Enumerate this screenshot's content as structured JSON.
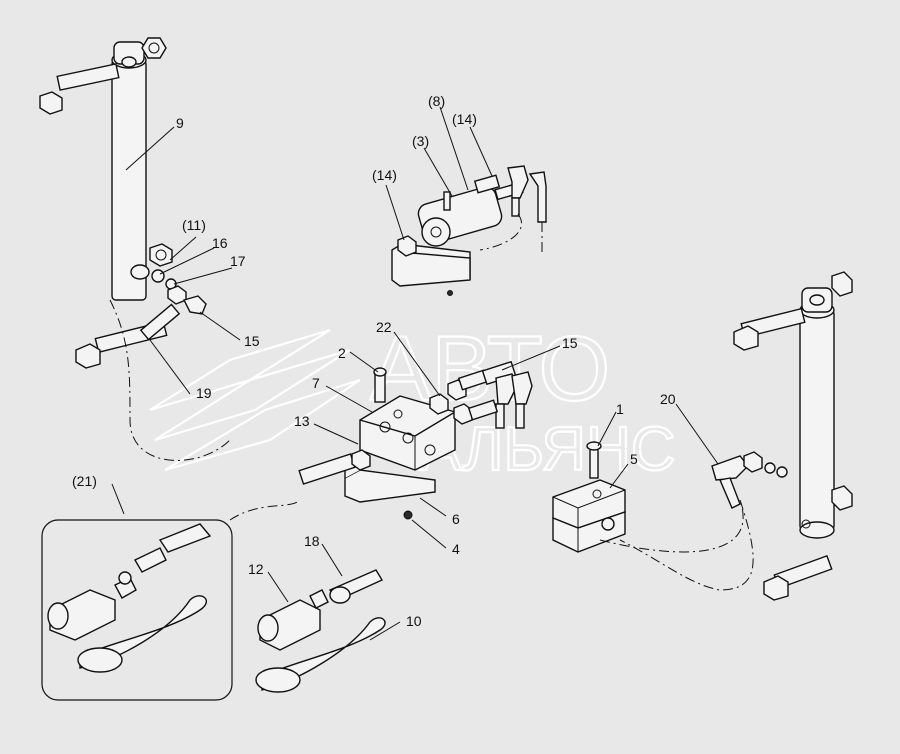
{
  "watermark": {
    "line1": "АВТО",
    "line2": "АЛЬЯНС"
  },
  "callouts": [
    {
      "id": "c9",
      "text": "9"
    },
    {
      "id": "c11",
      "text": "(11)"
    },
    {
      "id": "c16",
      "text": "16"
    },
    {
      "id": "c17",
      "text": "17"
    },
    {
      "id": "c15a",
      "text": "15"
    },
    {
      "id": "c19",
      "text": "19"
    },
    {
      "id": "c8",
      "text": "(8)"
    },
    {
      "id": "c3",
      "text": "(3)"
    },
    {
      "id": "c14a",
      "text": "(14)"
    },
    {
      "id": "c14b",
      "text": "(14)"
    },
    {
      "id": "c22",
      "text": "22"
    },
    {
      "id": "c15b",
      "text": "15"
    },
    {
      "id": "c2",
      "text": "2"
    },
    {
      "id": "c7",
      "text": "7"
    },
    {
      "id": "c13",
      "text": "13"
    },
    {
      "id": "c1",
      "text": "1"
    },
    {
      "id": "c5",
      "text": "5"
    },
    {
      "id": "c20",
      "text": "20"
    },
    {
      "id": "c6",
      "text": "6"
    },
    {
      "id": "c4",
      "text": "4"
    },
    {
      "id": "c21",
      "text": "(21)"
    },
    {
      "id": "c18",
      "text": "18"
    },
    {
      "id": "c12",
      "text": "12"
    },
    {
      "id": "c10",
      "text": "10"
    }
  ]
}
